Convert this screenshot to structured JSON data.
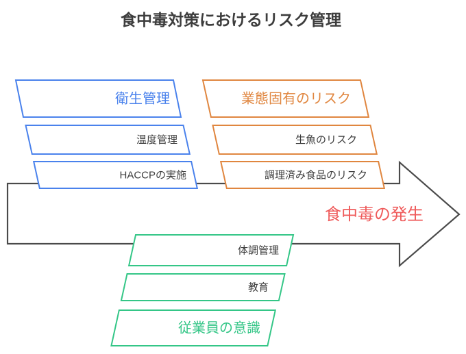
{
  "title": "食中毒対策におけるリスク管理",
  "colors": {
    "blue": "#4A82EC",
    "orange": "#E0863F",
    "green": "#34C687",
    "red": "#EF5B5B",
    "outline": "#4A4A4A",
    "text": "#3D3D3D",
    "background": "#FFFFFF"
  },
  "arrow": {
    "label": "食中毒の発生"
  },
  "columns": {
    "hygiene": {
      "heading": "衛生管理",
      "items": [
        "温度管理",
        "HACCPの実施"
      ]
    },
    "business_risk": {
      "heading": "業態固有のリスク",
      "items": [
        "生魚のリスク",
        "調理済み食品のリスク"
      ]
    },
    "employee": {
      "heading": "従業員の意識",
      "items": [
        "体調管理",
        "教育"
      ]
    }
  }
}
